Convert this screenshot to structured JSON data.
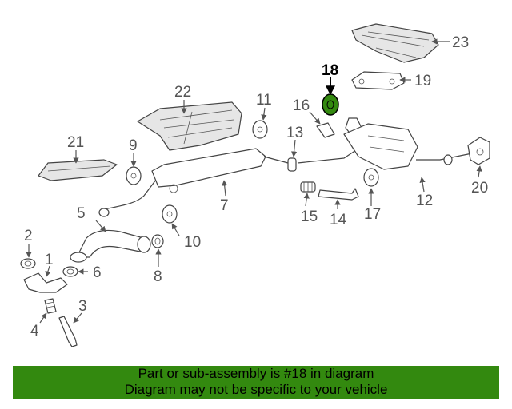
{
  "diagram": {
    "callouts": [
      "1",
      "2",
      "3",
      "4",
      "5",
      "6",
      "7",
      "8",
      "9",
      "10",
      "11",
      "12",
      "13",
      "14",
      "15",
      "16",
      "17",
      "18",
      "19",
      "20",
      "21",
      "22",
      "23"
    ],
    "highlighted_part": "18",
    "highlight_color": "#33890f"
  },
  "footer": {
    "line1": "Part or sub-assembly is #18 in diagram",
    "line2": "Diagram may not be specific to your vehicle",
    "background": "#33890f"
  }
}
